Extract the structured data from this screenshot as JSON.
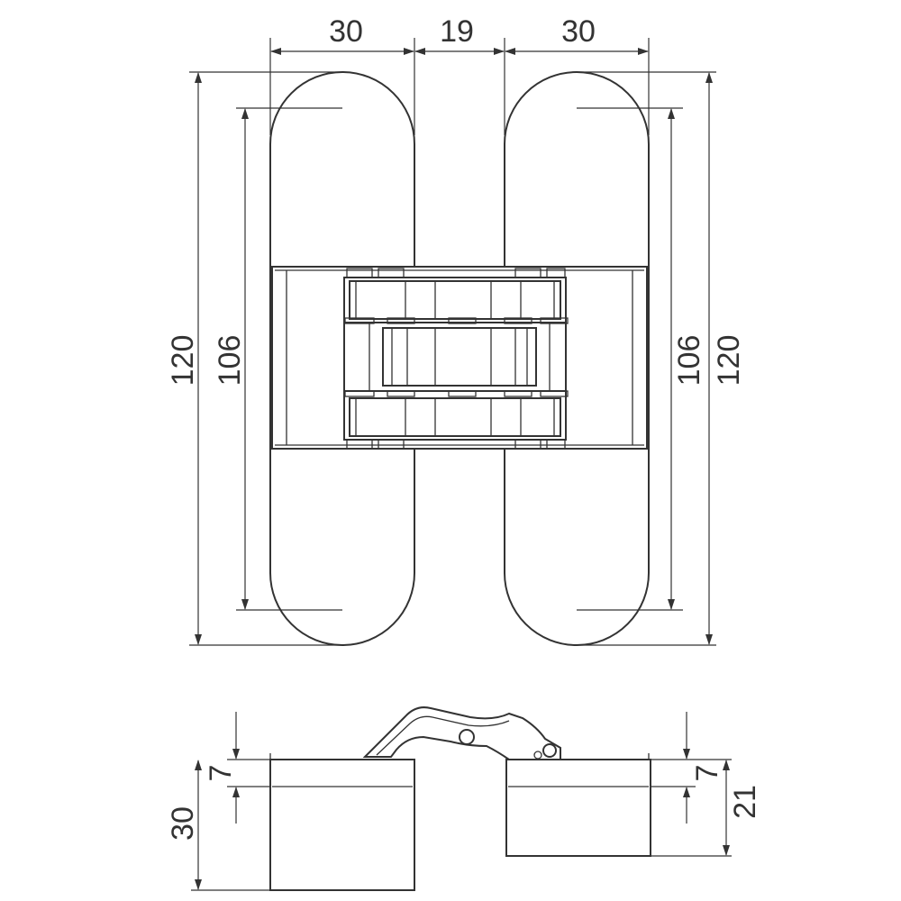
{
  "front_view": {
    "width_left": "30",
    "width_gap": "19",
    "width_right": "30",
    "height_total_left": "120",
    "height_screws_left": "106",
    "height_screws_right": "106",
    "height_total_right": "120"
  },
  "side_view": {
    "depth_total": "30",
    "offset_left": "7",
    "offset_right": "7",
    "depth_right": "21"
  }
}
